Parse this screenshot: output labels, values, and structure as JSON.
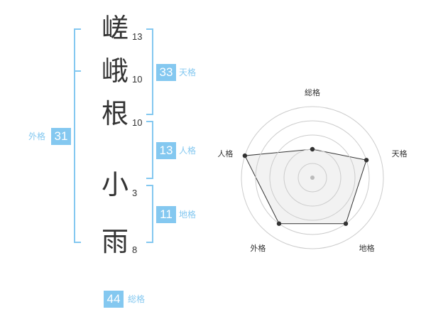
{
  "name_chars": [
    {
      "char": "嵯",
      "strokes": "13"
    },
    {
      "char": "峨",
      "strokes": "10"
    },
    {
      "char": "根",
      "strokes": "10"
    },
    {
      "char": "小",
      "strokes": "3"
    },
    {
      "char": "雨",
      "strokes": "8"
    }
  ],
  "scores": {
    "tenkaku": {
      "value": "33",
      "label": "天格"
    },
    "jinkaku": {
      "value": "13",
      "label": "人格"
    },
    "chikaku": {
      "value": "11",
      "label": "地格"
    },
    "gaikaku": {
      "value": "31",
      "label": "外格"
    },
    "soukaku": {
      "value": "44",
      "label": "総格"
    }
  },
  "colors": {
    "accent": "#84c8f0",
    "text": "#333333",
    "grid": "#cccccc",
    "fill": "#f0f0f0"
  },
  "chart_data": {
    "type": "radar",
    "axes": [
      "総格",
      "天格",
      "地格",
      "外格",
      "人格"
    ],
    "levels": 5,
    "max": 5,
    "values": [
      2,
      4,
      4,
      4,
      5
    ]
  }
}
